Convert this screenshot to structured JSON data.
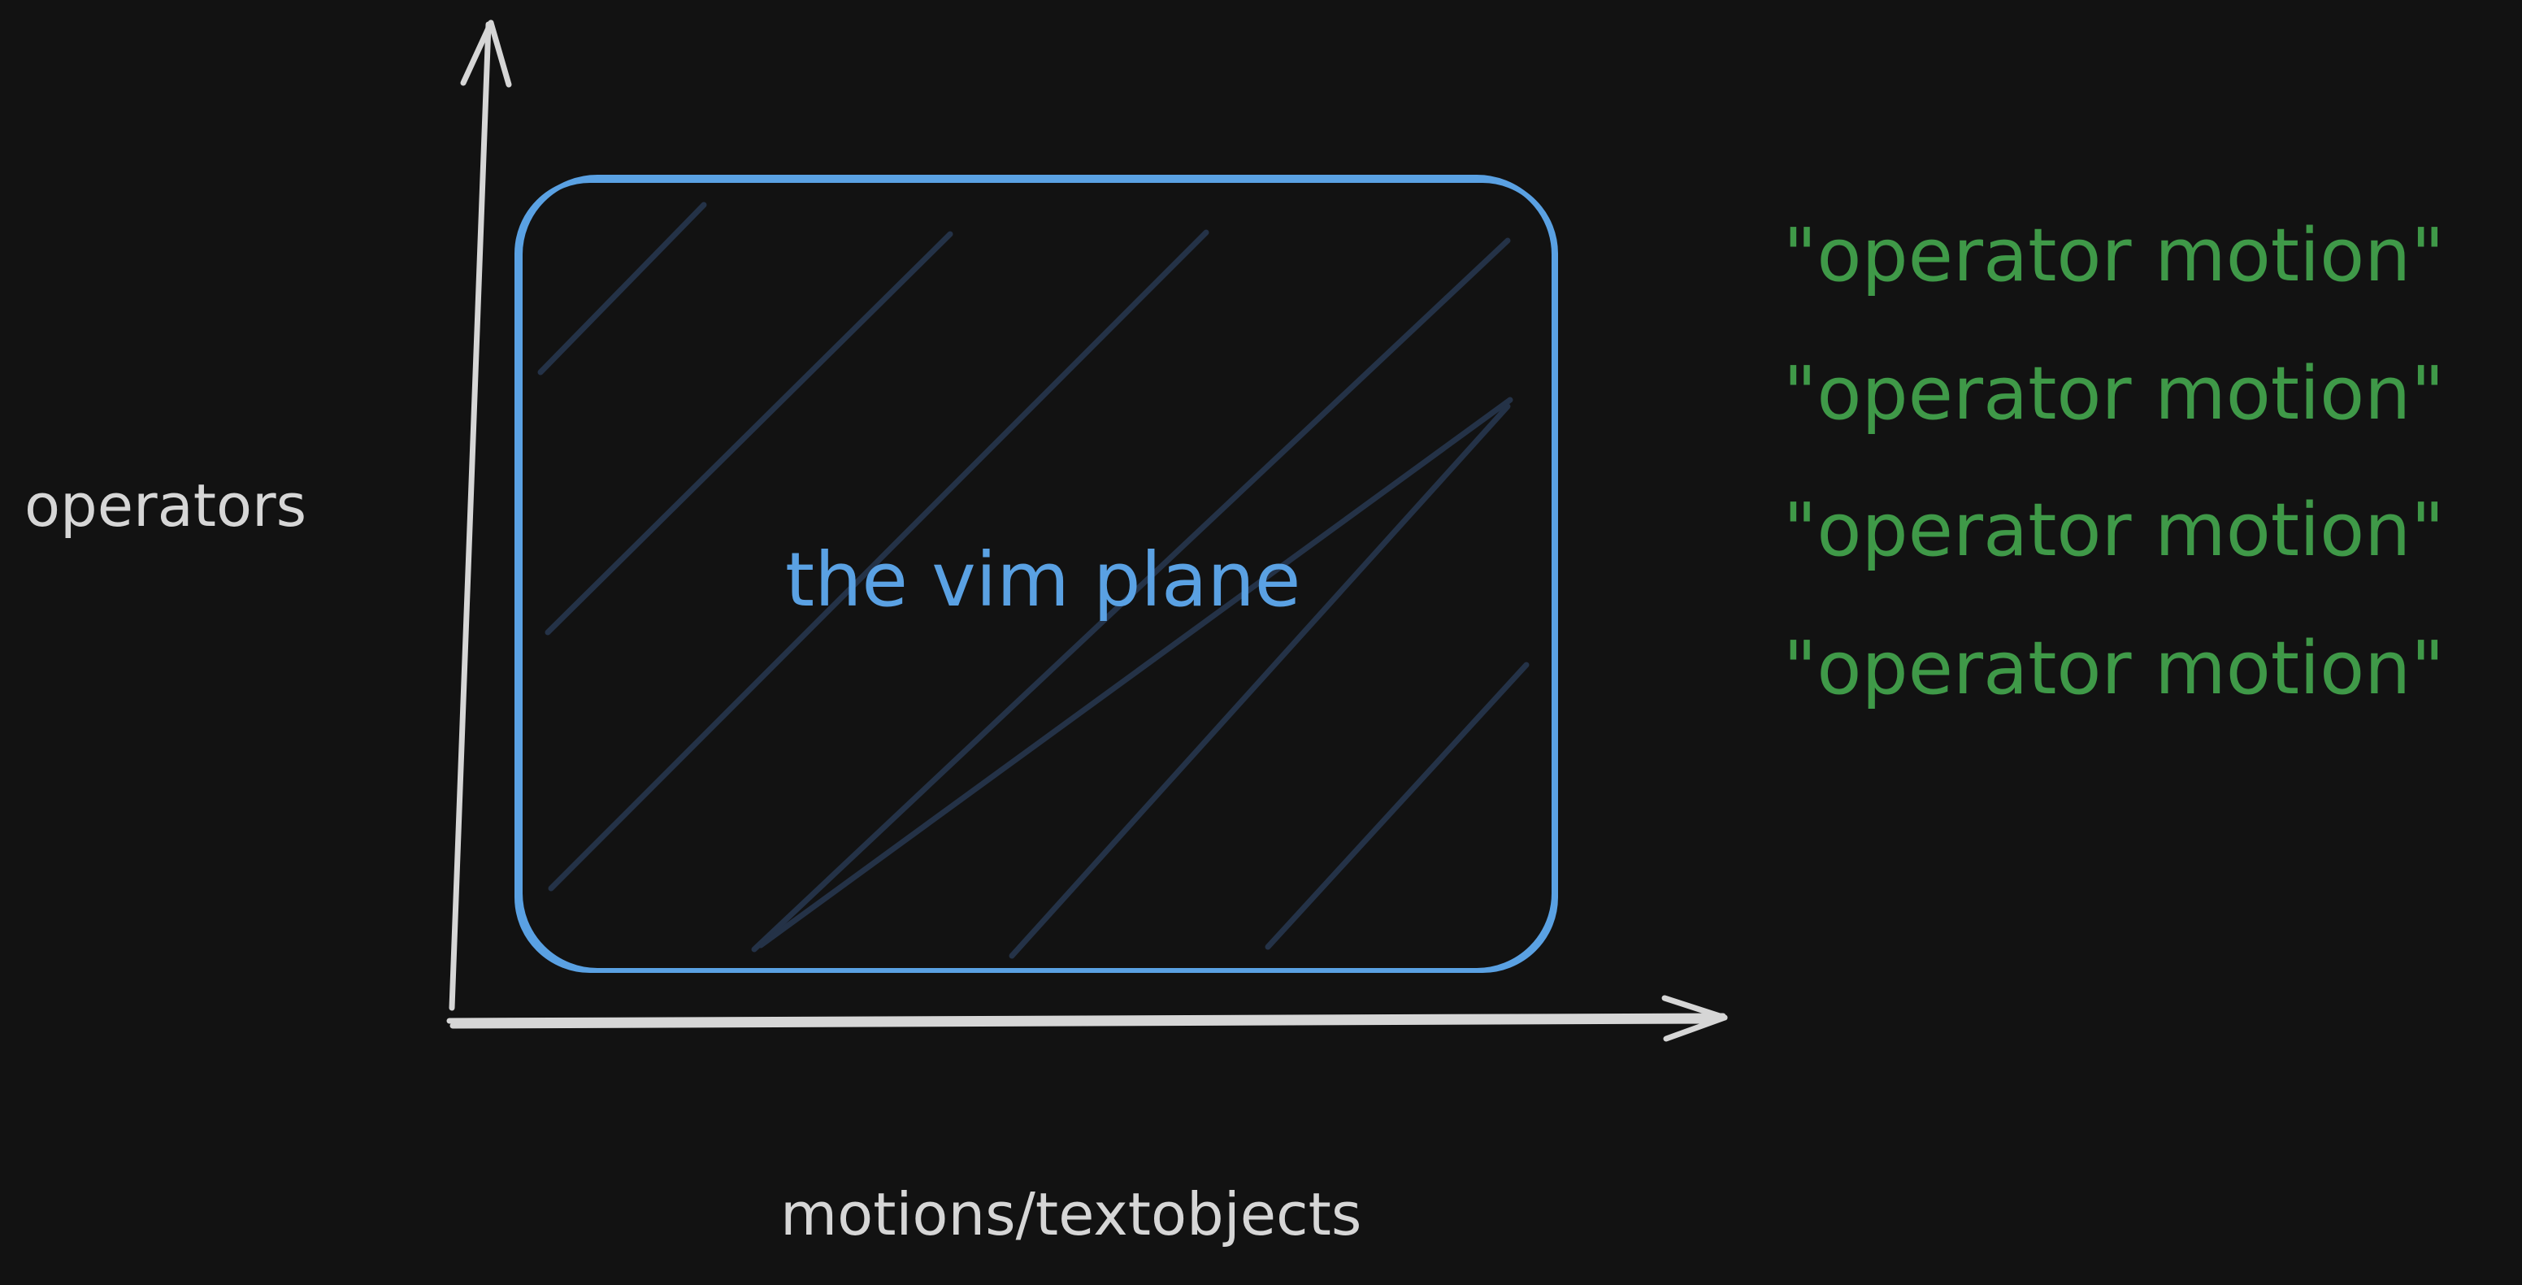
{
  "diagram": {
    "y_axis_label": "operators",
    "x_axis_label": "motions/textobjects",
    "plane_label": "the vim plane",
    "operator_motion_lines": [
      "\"operator motion\"",
      "\"operator motion\"",
      "\"operator motion\"",
      "\"operator motion\""
    ]
  },
  "colors": {
    "background": "#121212",
    "axis": "#d6d6d6",
    "plane_border": "#5aa1e3",
    "hatch": "#243247",
    "motion_text": "#3f9948"
  }
}
